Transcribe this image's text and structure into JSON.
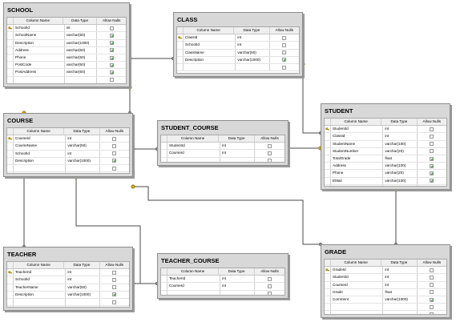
{
  "headers": {
    "name": "Column Name",
    "type": "Data Type",
    "nulls": "Allow Nulls"
  },
  "colors": {
    "line": "#4a4a4a",
    "key": "#d4a800",
    "check": "#2d8f2d"
  },
  "tables": [
    {
      "id": "school",
      "title": "SCHOOL",
      "columns": [
        {
          "name": "SchoolId",
          "type": "int",
          "nullable": false,
          "pk": true
        },
        {
          "name": "SchoolName",
          "type": "varchar(50)",
          "nullable": true
        },
        {
          "name": "Description",
          "type": "varchar(1000)",
          "nullable": true
        },
        {
          "name": "Address",
          "type": "varchar(50)",
          "nullable": true
        },
        {
          "name": "Phone",
          "type": "varchar(50)",
          "nullable": true
        },
        {
          "name": "PostCode",
          "type": "varchar(50)",
          "nullable": true
        },
        {
          "name": "PostAddress",
          "type": "varchar(50)",
          "nullable": true
        }
      ],
      "empty_rows": 2
    },
    {
      "id": "class",
      "title": "CLASS",
      "columns": [
        {
          "name": "ClassId",
          "type": "int",
          "nullable": false,
          "pk": true
        },
        {
          "name": "SchoolId",
          "type": "int",
          "nullable": false
        },
        {
          "name": "ClassName",
          "type": "varchar(50)",
          "nullable": false
        },
        {
          "name": "Description",
          "type": "varchar(1000)",
          "nullable": true
        }
      ],
      "empty_rows": 1
    },
    {
      "id": "course",
      "title": "COURSE",
      "columns": [
        {
          "name": "CourseId",
          "type": "int",
          "nullable": false,
          "pk": true
        },
        {
          "name": "CourseName",
          "type": "varchar(50)",
          "nullable": false
        },
        {
          "name": "SchoolId",
          "type": "int",
          "nullable": false
        },
        {
          "name": "Description",
          "type": "varchar(1000)",
          "nullable": true
        }
      ],
      "empty_rows": 2
    },
    {
      "id": "student_course",
      "title": "STUDENT_COURSE",
      "columns": [
        {
          "name": "StudentId",
          "type": "int",
          "nullable": false
        },
        {
          "name": "CourseId",
          "type": "int",
          "nullable": false
        }
      ],
      "empty_rows": 2
    },
    {
      "id": "student",
      "title": "STUDENT",
      "columns": [
        {
          "name": "StudentId",
          "type": "int",
          "nullable": false,
          "pk": true
        },
        {
          "name": "ClassId",
          "type": "int",
          "nullable": false
        },
        {
          "name": "StudentName",
          "type": "varchar(100)",
          "nullable": false
        },
        {
          "name": "StudentNumber",
          "type": "varchar(20)",
          "nullable": false
        },
        {
          "name": "TotalGrade",
          "type": "float",
          "nullable": true
        },
        {
          "name": "Address",
          "type": "varchar(100)",
          "nullable": true
        },
        {
          "name": "Phone",
          "type": "varchar(20)",
          "nullable": true
        },
        {
          "name": "EMail",
          "type": "varchar(100)",
          "nullable": true
        }
      ],
      "empty_rows": 2
    },
    {
      "id": "teacher",
      "title": "TEACHER",
      "columns": [
        {
          "name": "TeacherId",
          "type": "int",
          "nullable": false,
          "pk": true
        },
        {
          "name": "SchoolId",
          "type": "int",
          "nullable": false
        },
        {
          "name": "TeacherName",
          "type": "varchar(50)",
          "nullable": false
        },
        {
          "name": "Description",
          "type": "varchar(1000)",
          "nullable": true
        }
      ],
      "empty_rows": 2
    },
    {
      "id": "teacher_course",
      "title": "TEACHER_COURSE",
      "columns": [
        {
          "name": "TeacherId",
          "type": "int",
          "nullable": false
        },
        {
          "name": "CourseId",
          "type": "int",
          "nullable": false
        }
      ],
      "empty_rows": 2
    },
    {
      "id": "grade",
      "title": "GRADE",
      "columns": [
        {
          "name": "GradeId",
          "type": "int",
          "nullable": false,
          "pk": true
        },
        {
          "name": "StudentId",
          "type": "int",
          "nullable": false
        },
        {
          "name": "CourseId",
          "type": "int",
          "nullable": false
        },
        {
          "name": "Grade",
          "type": "float",
          "nullable": false
        },
        {
          "name": "Comment",
          "type": "varchar(1000)",
          "nullable": true
        }
      ],
      "empty_rows": 2
    }
  ],
  "relationships": [
    {
      "from": "school",
      "to": "class"
    },
    {
      "from": "school",
      "to": "course"
    },
    {
      "from": "class",
      "to": "student"
    },
    {
      "from": "course",
      "to": "student_course"
    },
    {
      "from": "student",
      "to": "student_course"
    },
    {
      "from": "course",
      "to": "teacher_course"
    },
    {
      "from": "teacher",
      "to": "teacher_course"
    },
    {
      "from": "school",
      "to": "teacher"
    },
    {
      "from": "course",
      "to": "grade"
    },
    {
      "from": "student",
      "to": "grade"
    }
  ]
}
